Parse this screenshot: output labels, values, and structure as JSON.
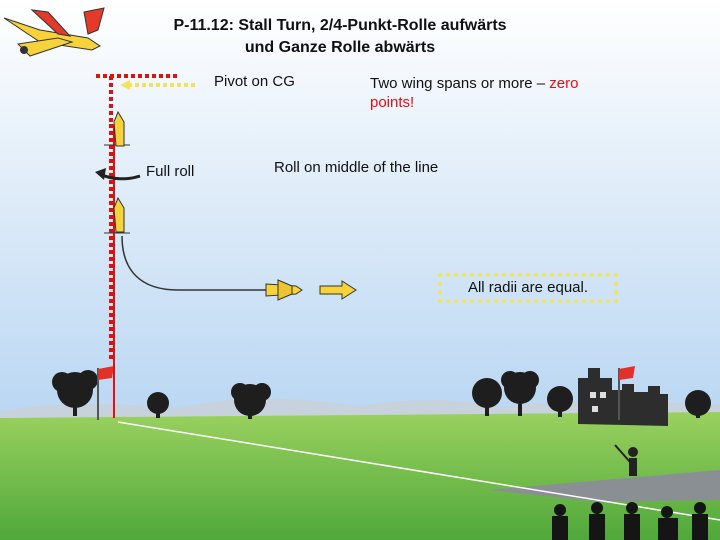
{
  "title": {
    "line1": "P-11.12: Stall Turn, 2/4-Punkt-Rolle aufwärts",
    "line2": "und Ganze Rolle abwärts"
  },
  "labels": {
    "pivot": "Pivot on CG",
    "full_roll": "Full roll",
    "wing_spans_prefix": "Two wing spans or more – ",
    "wing_spans_zero": "zero",
    "wing_spans_points": "points!",
    "roll_middle": "Roll on middle of the line",
    "radii": "All radii are equal."
  },
  "colors": {
    "sky_top": "#ffffff",
    "sky_bottom": "#b9d6f2",
    "grass": "#7cc24a",
    "path_red": "#e01010",
    "highlight_yellow": "#f2e45a",
    "text_red": "#e01010"
  }
}
